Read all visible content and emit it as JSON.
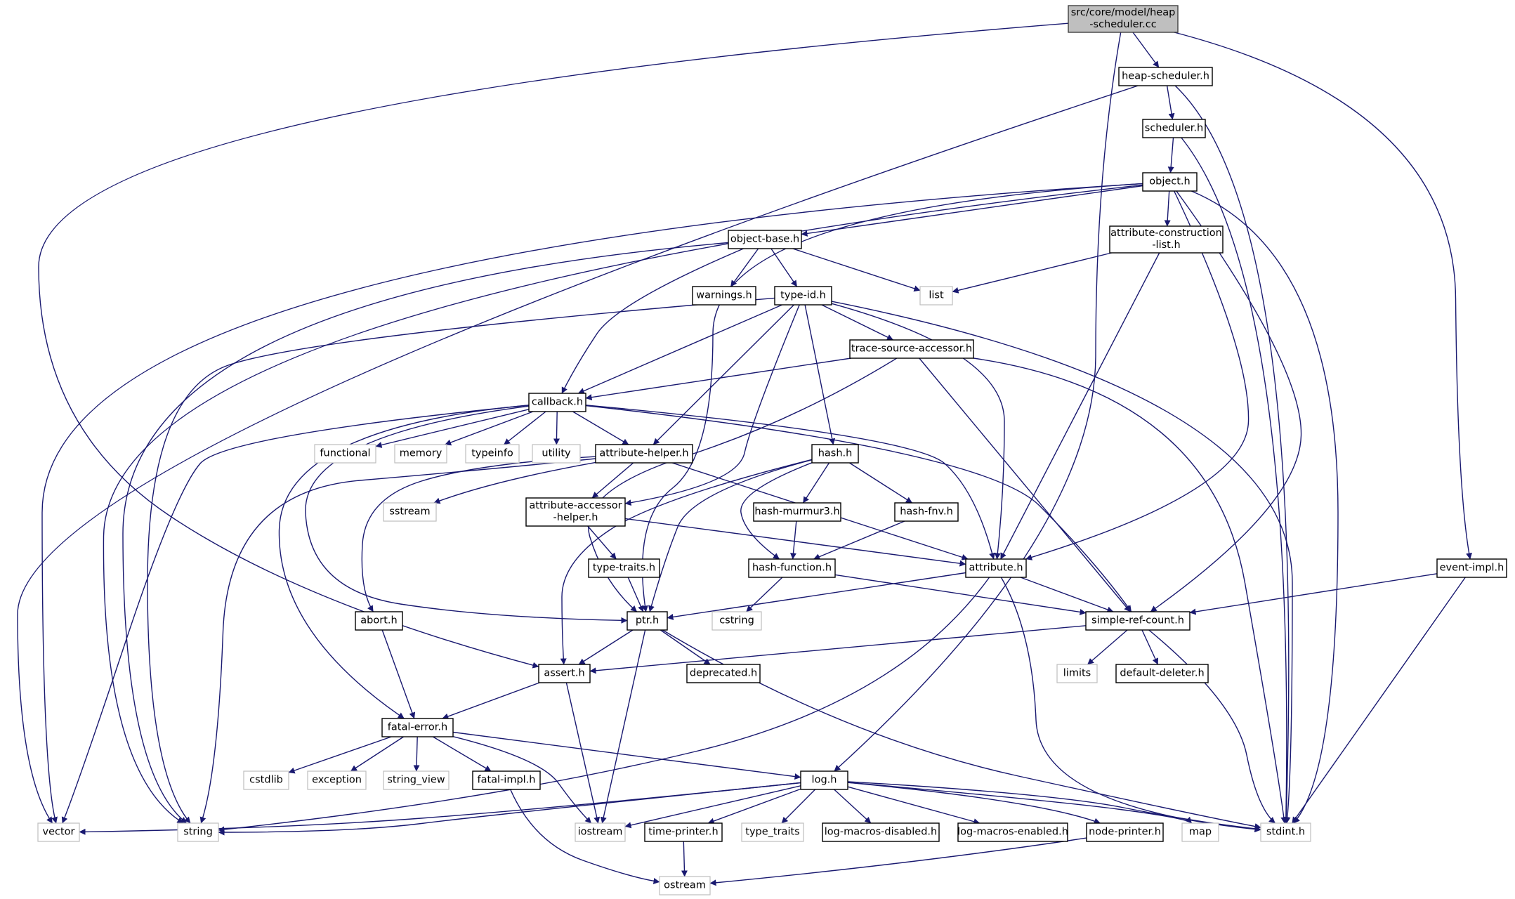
{
  "colors": {
    "edge": "#191970",
    "root_fill": "#bfbfbf",
    "external_border": "#bfbfbf",
    "node_border": "#000000"
  },
  "nodes": [
    {
      "id": "root",
      "lines": [
        "src/core/model/heap",
        "-scheduler.cc"
      ],
      "kind": "root"
    },
    {
      "id": "heap_scheduler",
      "lines": [
        "heap-scheduler.h"
      ],
      "kind": "header"
    },
    {
      "id": "scheduler",
      "lines": [
        "scheduler.h"
      ],
      "kind": "header"
    },
    {
      "id": "object",
      "lines": [
        "object.h"
      ],
      "kind": "header"
    },
    {
      "id": "object_base",
      "lines": [
        "object-base.h"
      ],
      "kind": "header"
    },
    {
      "id": "attr_construction",
      "lines": [
        "attribute-construction",
        "-list.h"
      ],
      "kind": "header"
    },
    {
      "id": "warnings",
      "lines": [
        "warnings.h"
      ],
      "kind": "header"
    },
    {
      "id": "list",
      "lines": [
        "list"
      ],
      "kind": "external"
    },
    {
      "id": "type_id",
      "lines": [
        "type-id.h"
      ],
      "kind": "header"
    },
    {
      "id": "trace_source",
      "lines": [
        "trace-source-accessor.h"
      ],
      "kind": "header"
    },
    {
      "id": "callback",
      "lines": [
        "callback.h"
      ],
      "kind": "header"
    },
    {
      "id": "functional",
      "lines": [
        "functional"
      ],
      "kind": "external"
    },
    {
      "id": "memory",
      "lines": [
        "memory"
      ],
      "kind": "external"
    },
    {
      "id": "typeinfo",
      "lines": [
        "typeinfo"
      ],
      "kind": "external"
    },
    {
      "id": "utility",
      "lines": [
        "utility"
      ],
      "kind": "external"
    },
    {
      "id": "attr_helper",
      "lines": [
        "attribute-helper.h"
      ],
      "kind": "header"
    },
    {
      "id": "hash",
      "lines": [
        "hash.h"
      ],
      "kind": "header"
    },
    {
      "id": "sstream",
      "lines": [
        "sstream"
      ],
      "kind": "external"
    },
    {
      "id": "attr_accessor",
      "lines": [
        "attribute-accessor",
        "-helper.h"
      ],
      "kind": "header"
    },
    {
      "id": "hash_murmur3",
      "lines": [
        "hash-murmur3.h"
      ],
      "kind": "header"
    },
    {
      "id": "hash_fnv",
      "lines": [
        "hash-fnv.h"
      ],
      "kind": "header"
    },
    {
      "id": "type_traits_h",
      "lines": [
        "type-traits.h"
      ],
      "kind": "header"
    },
    {
      "id": "hash_function",
      "lines": [
        "hash-function.h"
      ],
      "kind": "header"
    },
    {
      "id": "attribute",
      "lines": [
        "attribute.h"
      ],
      "kind": "header"
    },
    {
      "id": "event_impl",
      "lines": [
        "event-impl.h"
      ],
      "kind": "header"
    },
    {
      "id": "abort",
      "lines": [
        "abort.h"
      ],
      "kind": "header"
    },
    {
      "id": "ptr",
      "lines": [
        "ptr.h"
      ],
      "kind": "header"
    },
    {
      "id": "cstring",
      "lines": [
        "cstring"
      ],
      "kind": "external"
    },
    {
      "id": "simple_ref",
      "lines": [
        "simple-ref-count.h"
      ],
      "kind": "header"
    },
    {
      "id": "assert",
      "lines": [
        "assert.h"
      ],
      "kind": "header"
    },
    {
      "id": "deprecated",
      "lines": [
        "deprecated.h"
      ],
      "kind": "header"
    },
    {
      "id": "limits",
      "lines": [
        "limits"
      ],
      "kind": "external"
    },
    {
      "id": "default_deleter",
      "lines": [
        "default-deleter.h"
      ],
      "kind": "header"
    },
    {
      "id": "fatal_error",
      "lines": [
        "fatal-error.h"
      ],
      "kind": "header"
    },
    {
      "id": "cstdlib",
      "lines": [
        "cstdlib"
      ],
      "kind": "external"
    },
    {
      "id": "exception",
      "lines": [
        "exception"
      ],
      "kind": "external"
    },
    {
      "id": "string_view",
      "lines": [
        "string_view"
      ],
      "kind": "external"
    },
    {
      "id": "fatal_impl",
      "lines": [
        "fatal-impl.h"
      ],
      "kind": "header"
    },
    {
      "id": "log",
      "lines": [
        "log.h"
      ],
      "kind": "header"
    },
    {
      "id": "vector",
      "lines": [
        "vector"
      ],
      "kind": "external"
    },
    {
      "id": "string",
      "lines": [
        "string"
      ],
      "kind": "external"
    },
    {
      "id": "iostream",
      "lines": [
        "iostream"
      ],
      "kind": "external"
    },
    {
      "id": "time_printer",
      "lines": [
        "time-printer.h"
      ],
      "kind": "header"
    },
    {
      "id": "type_traits",
      "lines": [
        "type_traits"
      ],
      "kind": "external"
    },
    {
      "id": "log_disabled",
      "lines": [
        "log-macros-disabled.h"
      ],
      "kind": "header"
    },
    {
      "id": "log_enabled",
      "lines": [
        "log-macros-enabled.h"
      ],
      "kind": "header"
    },
    {
      "id": "node_printer",
      "lines": [
        "node-printer.h"
      ],
      "kind": "header"
    },
    {
      "id": "map",
      "lines": [
        "map"
      ],
      "kind": "external"
    },
    {
      "id": "stdint",
      "lines": [
        "stdint.h"
      ],
      "kind": "external"
    },
    {
      "id": "ostream",
      "lines": [
        "ostream"
      ],
      "kind": "external"
    }
  ],
  "edges": [
    [
      "root",
      "heap_scheduler"
    ],
    [
      "root",
      "assert"
    ],
    [
      "root",
      "log"
    ],
    [
      "root",
      "event_impl"
    ],
    [
      "heap_scheduler",
      "scheduler"
    ],
    [
      "heap_scheduler",
      "vector"
    ],
    [
      "heap_scheduler",
      "stdint"
    ],
    [
      "scheduler",
      "object"
    ],
    [
      "scheduler",
      "stdint"
    ],
    [
      "object",
      "object_base"
    ],
    [
      "object",
      "attr_construction"
    ],
    [
      "object",
      "vector"
    ],
    [
      "object",
      "string"
    ],
    [
      "object",
      "ptr"
    ],
    [
      "object",
      "attribute"
    ],
    [
      "object",
      "simple_ref"
    ],
    [
      "object",
      "stdint"
    ],
    [
      "object_base",
      "warnings"
    ],
    [
      "object_base",
      "type_id"
    ],
    [
      "object_base",
      "list"
    ],
    [
      "object_base",
      "callback"
    ],
    [
      "object_base",
      "string"
    ],
    [
      "attr_construction",
      "list"
    ],
    [
      "attr_construction",
      "attribute"
    ],
    [
      "type_id",
      "trace_source"
    ],
    [
      "type_id",
      "callback"
    ],
    [
      "type_id",
      "attr_helper"
    ],
    [
      "type_id",
      "attr_accessor"
    ],
    [
      "type_id",
      "hash"
    ],
    [
      "type_id",
      "attribute"
    ],
    [
      "type_id",
      "string"
    ],
    [
      "type_id",
      "stdint"
    ],
    [
      "trace_source",
      "callback"
    ],
    [
      "trace_source",
      "ptr"
    ],
    [
      "trace_source",
      "simple_ref"
    ],
    [
      "trace_source",
      "stdint"
    ],
    [
      "callback",
      "functional"
    ],
    [
      "callback",
      "memory"
    ],
    [
      "callback",
      "typeinfo"
    ],
    [
      "callback",
      "utility"
    ],
    [
      "callback",
      "attr_helper"
    ],
    [
      "callback",
      "attribute"
    ],
    [
      "callback",
      "simple_ref"
    ],
    [
      "callback",
      "ptr"
    ],
    [
      "callback",
      "fatal_error"
    ],
    [
      "callback",
      "vector"
    ],
    [
      "attr_helper",
      "attr_accessor"
    ],
    [
      "attr_helper",
      "attribute"
    ],
    [
      "attr_helper",
      "abort"
    ],
    [
      "attr_helper",
      "sstream"
    ],
    [
      "attr_helper",
      "string"
    ],
    [
      "hash",
      "hash_murmur3"
    ],
    [
      "hash",
      "hash_fnv"
    ],
    [
      "hash",
      "hash_function"
    ],
    [
      "hash",
      "ptr"
    ],
    [
      "hash",
      "assert"
    ],
    [
      "attr_accessor",
      "type_traits_h"
    ],
    [
      "attr_accessor",
      "attribute"
    ],
    [
      "hash_murmur3",
      "hash_function"
    ],
    [
      "hash_fnv",
      "hash_function"
    ],
    [
      "type_traits_h",
      "ptr"
    ],
    [
      "hash_function",
      "cstring"
    ],
    [
      "hash_function",
      "simple_ref"
    ],
    [
      "attribute",
      "ptr"
    ],
    [
      "attribute",
      "simple_ref"
    ],
    [
      "attribute",
      "string"
    ],
    [
      "attribute",
      "stdint"
    ],
    [
      "event_impl",
      "simple_ref"
    ],
    [
      "event_impl",
      "stdint"
    ],
    [
      "abort",
      "fatal_error"
    ],
    [
      "ptr",
      "assert"
    ],
    [
      "ptr",
      "deprecated"
    ],
    [
      "ptr",
      "iostream"
    ],
    [
      "ptr",
      "stdint"
    ],
    [
      "simple_ref",
      "assert"
    ],
    [
      "simple_ref",
      "limits"
    ],
    [
      "simple_ref",
      "default_deleter"
    ],
    [
      "simple_ref",
      "stdint"
    ],
    [
      "assert",
      "fatal_error"
    ],
    [
      "assert",
      "iostream"
    ],
    [
      "fatal_error",
      "cstdlib"
    ],
    [
      "fatal_error",
      "exception"
    ],
    [
      "fatal_error",
      "string_view"
    ],
    [
      "fatal_error",
      "fatal_impl"
    ],
    [
      "fatal_error",
      "log"
    ],
    [
      "fatal_error",
      "iostream"
    ],
    [
      "fatal_impl",
      "ostream"
    ],
    [
      "log",
      "vector"
    ],
    [
      "log",
      "string"
    ],
    [
      "log",
      "iostream"
    ],
    [
      "log",
      "time_printer"
    ],
    [
      "log",
      "type_traits"
    ],
    [
      "log",
      "log_disabled"
    ],
    [
      "log",
      "log_enabled"
    ],
    [
      "log",
      "node_printer"
    ],
    [
      "log",
      "map"
    ],
    [
      "log",
      "stdint"
    ],
    [
      "time_printer",
      "ostream"
    ],
    [
      "node_printer",
      "ostream"
    ]
  ]
}
